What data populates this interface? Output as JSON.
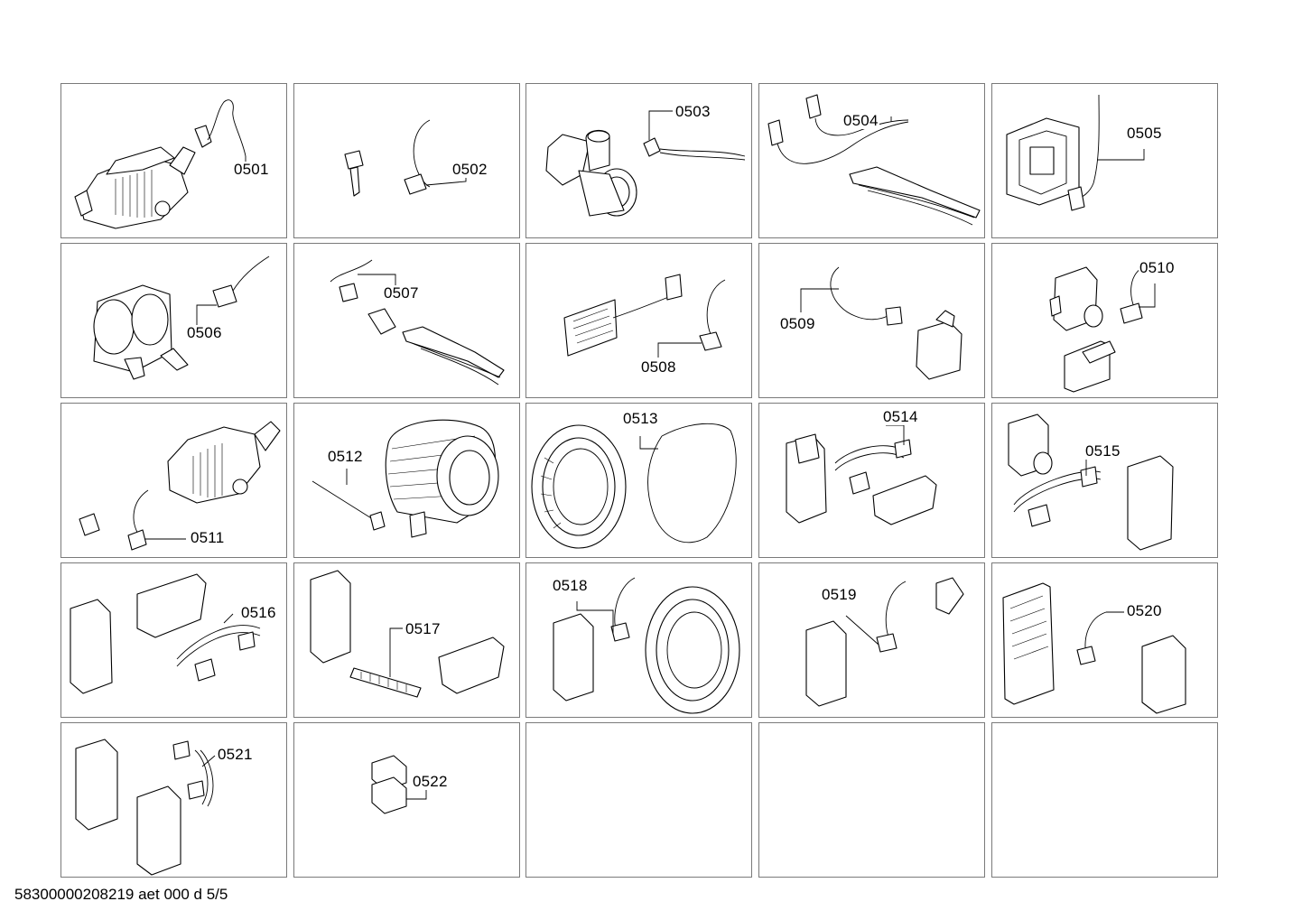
{
  "drawing": {
    "footer_text": "58300000208219 aet 000 d 5/5",
    "cells": [
      {
        "id": "c1",
        "label": "0501",
        "art": "pump"
      },
      {
        "id": "c2",
        "label": "0502",
        "art": "sensor-harness"
      },
      {
        "id": "c3",
        "label": "0503",
        "art": "pump-housing"
      },
      {
        "id": "c4",
        "label": "0504",
        "art": "heater-harness"
      },
      {
        "id": "c5",
        "label": "0505",
        "art": "control-box"
      },
      {
        "id": "c6",
        "label": "0506",
        "art": "valve"
      },
      {
        "id": "c7",
        "label": "0507",
        "art": "heater-kit"
      },
      {
        "id": "c8",
        "label": "0508",
        "art": "pcb-module"
      },
      {
        "id": "c9",
        "label": "0509",
        "art": "door-lock"
      },
      {
        "id": "c10",
        "label": "0510",
        "art": "valve-kit"
      },
      {
        "id": "c11",
        "label": "0511",
        "art": "pump-kit"
      },
      {
        "id": "c12",
        "label": "0512",
        "art": "tub"
      },
      {
        "id": "c13",
        "label": "0513",
        "art": "door-ring"
      },
      {
        "id": "c14",
        "label": "0514",
        "art": "module-kit"
      },
      {
        "id": "c15",
        "label": "0515",
        "art": "valve-module"
      },
      {
        "id": "c16",
        "label": "0516",
        "art": "module-kit"
      },
      {
        "id": "c17",
        "label": "0517",
        "art": "module-cable"
      },
      {
        "id": "c18",
        "label": "0518",
        "art": "module-door"
      },
      {
        "id": "c19",
        "label": "0519",
        "art": "module-lock"
      },
      {
        "id": "c20",
        "label": "0520",
        "art": "pcb-pair"
      },
      {
        "id": "c21",
        "label": "0521",
        "art": "module-pair"
      },
      {
        "id": "c22",
        "label": "0522",
        "art": "clips"
      },
      {
        "id": "c23",
        "label": "",
        "art": "empty"
      },
      {
        "id": "c24",
        "label": "",
        "art": "empty"
      },
      {
        "id": "c25",
        "label": "",
        "art": "empty"
      }
    ]
  }
}
